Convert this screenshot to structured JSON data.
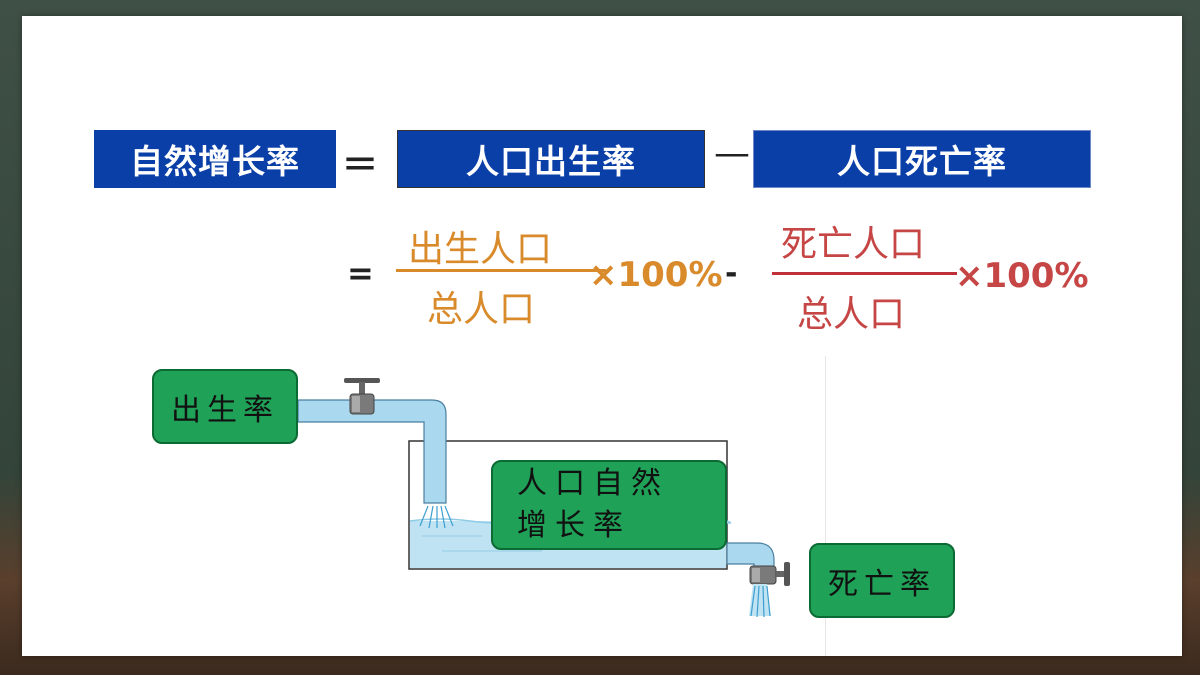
{
  "formula": {
    "term_result": "自然增长率",
    "equals": "＝",
    "term_birth": "人口出生率",
    "minus": "—",
    "term_death": "人口死亡率",
    "equals2": "=",
    "birth_fraction": {
      "numerator": "出生人口",
      "denominator": "总人口",
      "multiplier": "×100%"
    },
    "minus2": "-",
    "death_fraction": {
      "numerator": "死亡人口",
      "denominator": "总人口",
      "multiplier": "×100%"
    }
  },
  "diagram": {
    "inlet_label": "出生率",
    "tank_label_line1": "人口自然",
    "tank_label_line2": "增长率",
    "outlet_label": "死亡率",
    "water_color": "#bfe3f3",
    "pipe_color": "#a9d8ef",
    "box_color": "#1fa157",
    "icons": [
      "faucet-icon",
      "faucet-icon",
      "water-stream-icon"
    ]
  },
  "colors": {
    "header_box": "#0a3fa8",
    "birth_text": "#d98a2b",
    "death_text": "#c64545"
  }
}
